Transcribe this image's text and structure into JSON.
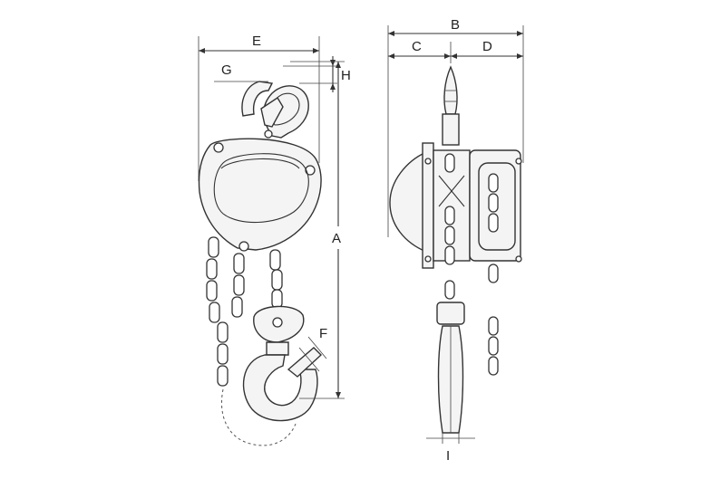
{
  "diagram": {
    "labels": {
      "A": "A",
      "B": "B",
      "C": "C",
      "D": "D",
      "E": "E",
      "F": "F",
      "G": "G",
      "H": "H",
      "I": "I"
    },
    "colors": {
      "line": "#333333",
      "background": "#ffffff"
    }
  }
}
